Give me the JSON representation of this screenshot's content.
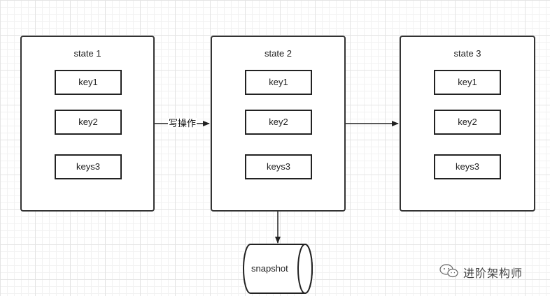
{
  "states": [
    {
      "title": "state 1",
      "keys": [
        "key1",
        "key2",
        "keys3"
      ]
    },
    {
      "title": "state 2",
      "keys": [
        "key1",
        "key2",
        "keys3"
      ]
    },
    {
      "title": "state 3",
      "keys": [
        "key1",
        "key2",
        "keys3"
      ]
    }
  ],
  "edges": {
    "write_label": "写操作"
  },
  "snapshot": {
    "label": "snapshot"
  },
  "watermark": {
    "text": "进阶架构师",
    "icon": "wechat-icon"
  },
  "colors": {
    "stroke": "#333333",
    "grid": "#e4e4e4",
    "background": "#ffffff"
  }
}
